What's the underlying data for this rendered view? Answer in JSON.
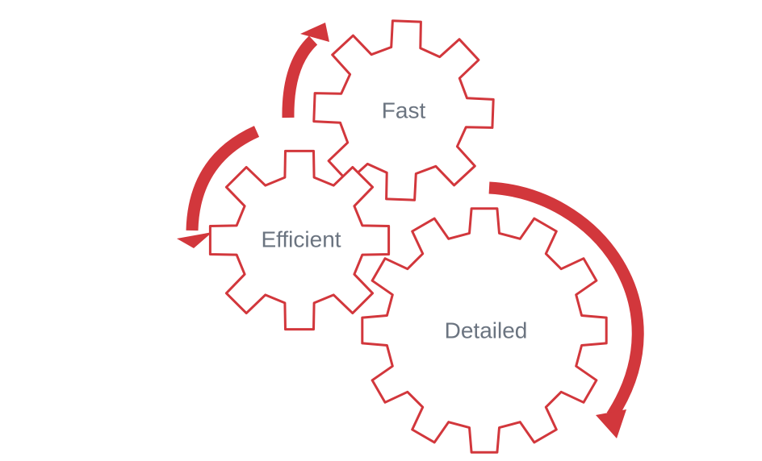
{
  "diagram": {
    "accent_color": "#d2373c",
    "label_color": "#6b7480",
    "gears": [
      {
        "id": "fast",
        "label": "Fast"
      },
      {
        "id": "efficient",
        "label": "Efficient"
      },
      {
        "id": "detailed",
        "label": "Detailed"
      }
    ],
    "arrows": [
      {
        "id": "arrow-up",
        "direction": "up"
      },
      {
        "id": "arrow-left",
        "direction": "down-left"
      },
      {
        "id": "arrow-right",
        "direction": "down-right"
      }
    ]
  }
}
